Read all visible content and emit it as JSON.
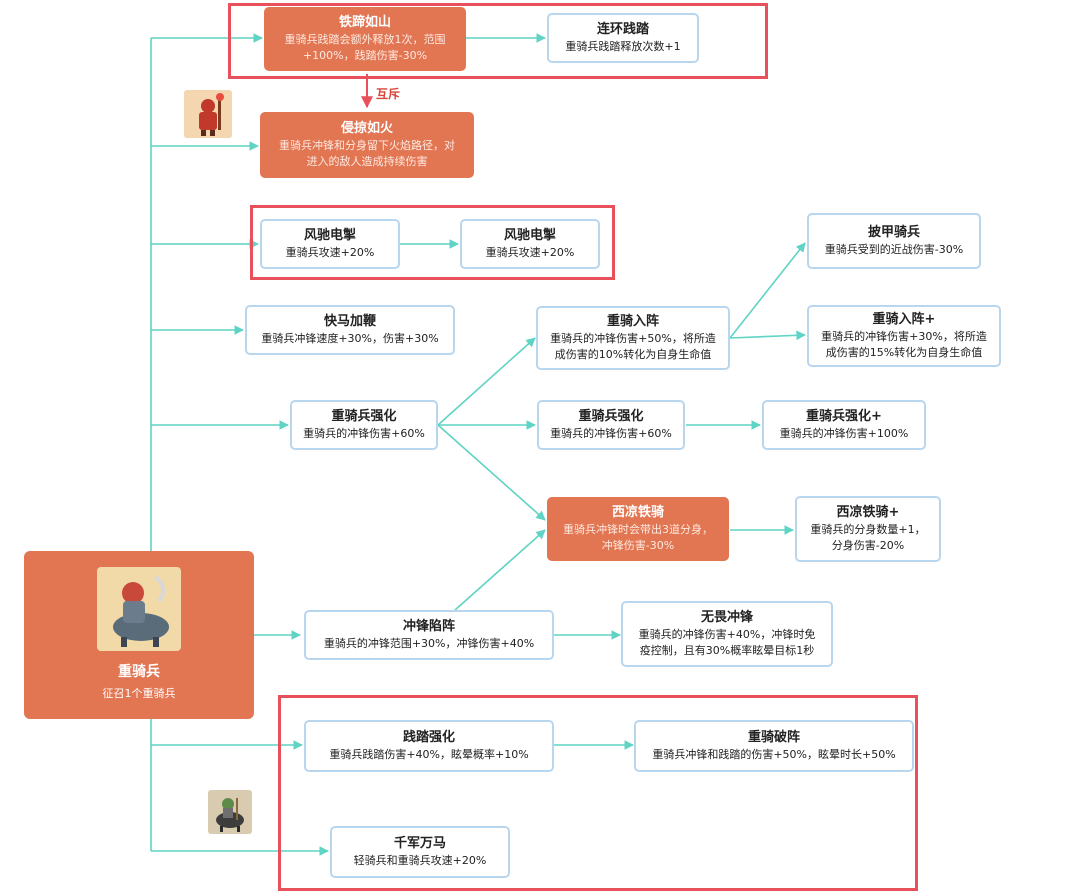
{
  "root": {
    "title": "重骑兵",
    "desc": "征召1个重骑兵"
  },
  "mutual_label": "互斥",
  "nodes": {
    "tiexi": {
      "title": "铁蹄如山",
      "desc": "重骑兵践踏会额外释放1次，范围\n+100%，践踏伤害-30%"
    },
    "lianhuan": {
      "title": "连环践踏",
      "desc": "重骑兵践踏释放次数+1"
    },
    "qinlue": {
      "title": "侵掠如火",
      "desc": "重骑兵冲锋和分身留下火焰路径，对\n进入的敌人造成持续伤害"
    },
    "fengchi1": {
      "title": "风驰电掣",
      "desc": "重骑兵攻速+20%"
    },
    "fengchi2": {
      "title": "风驰电掣",
      "desc": "重骑兵攻速+20%"
    },
    "kuaima": {
      "title": "快马加鞭",
      "desc": "重骑兵冲锋速度+30%，伤害+30%"
    },
    "qianghua": {
      "title": "重骑兵强化",
      "desc": "重骑兵的冲锋伤害+60%"
    },
    "ruzhen": {
      "title": "重骑入阵",
      "desc": "重骑兵的冲锋伤害+50%，将所造\n成伤害的10%转化为自身生命值"
    },
    "pijia": {
      "title": "披甲骑兵",
      "desc": "重骑兵受到的近战伤害-30%"
    },
    "ruzhenplus": {
      "title": "重骑入阵+",
      "desc": "重骑兵的冲锋伤害+30%，将所造\n成伤害的15%转化为自身生命值"
    },
    "qianghua2": {
      "title": "重骑兵强化",
      "desc": "重骑兵的冲锋伤害+60%"
    },
    "qianghuaplus": {
      "title": "重骑兵强化+",
      "desc": "重骑兵的冲锋伤害+100%"
    },
    "xiliang": {
      "title": "西凉铁骑",
      "desc": "重骑兵冲锋时会带出3道分身，\n冲锋伤害-30%"
    },
    "xiliangplus": {
      "title": "西凉铁骑+",
      "desc": "重骑兵的分身数量+1，\n分身伤害-20%"
    },
    "xianzhen": {
      "title": "冲锋陷阵",
      "desc": "重骑兵的冲锋范围+30%，冲锋伤害+40%"
    },
    "wuwei": {
      "title": "无畏冲锋",
      "desc": "重骑兵的冲锋伤害+40%，冲锋时免\n疫控制，且有30%概率眩晕目标1秒"
    },
    "jianta": {
      "title": "践踏强化",
      "desc": "重骑兵践踏伤害+40%，眩晕概率+10%"
    },
    "pozhen": {
      "title": "重骑破阵",
      "desc": "重骑兵冲锋和践踏的伤害+50%，眩晕时长+50%"
    },
    "qianjun": {
      "title": "千军万马",
      "desc": "轻骑兵和重骑兵攻速+20%"
    }
  },
  "colors": {
    "line": "#5fd3c4",
    "accent": "#e27552",
    "highlight_box": "#e8505b",
    "node_border": "#b9d6ef"
  }
}
